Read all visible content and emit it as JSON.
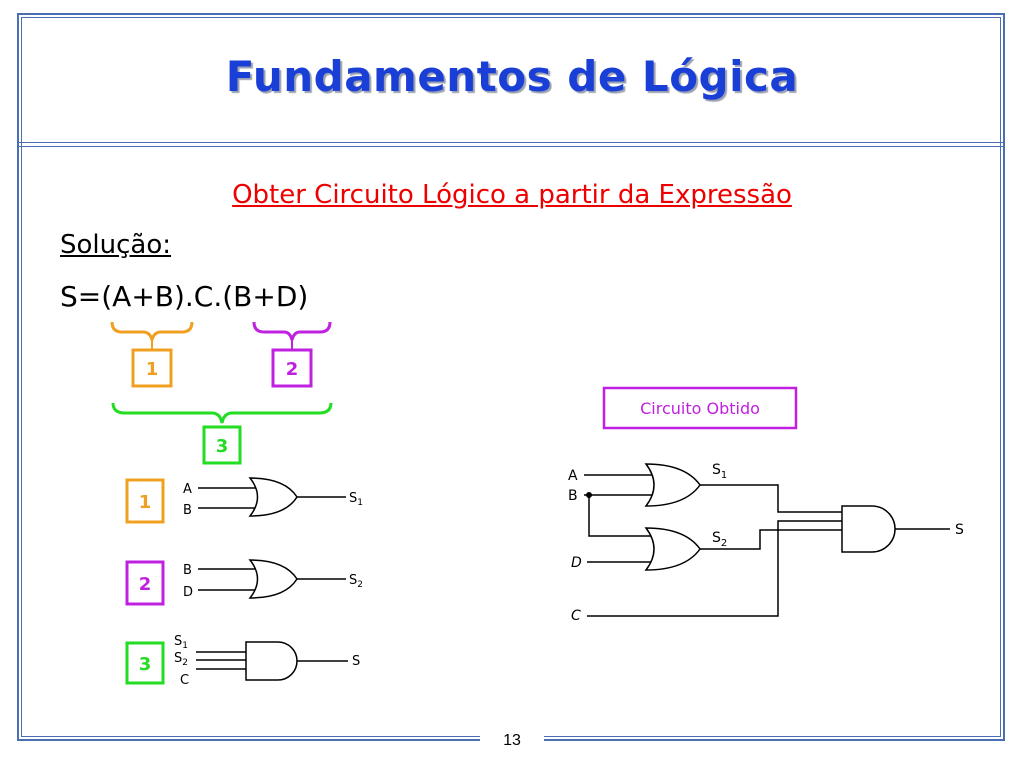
{
  "slide": {
    "title": "Fundamentos de Lógica",
    "subtitle": "Obter Circuito Lógico a partir da Expressão",
    "solution_label": "Solução:",
    "expression": "S=(A+B).C.(B+D)",
    "page_number": "13"
  },
  "brace_labels": [
    "1",
    "2",
    "3"
  ],
  "gate_steps": [
    {
      "box": "1",
      "color": "#f0a020",
      "inputs": [
        "A",
        "B"
      ],
      "output": "S",
      "output_sub": "1"
    },
    {
      "box": "2",
      "color": "#c020e0",
      "inputs": [
        "B",
        "D"
      ],
      "output": "S",
      "output_sub": "2"
    },
    {
      "box": "3",
      "color": "#22dd22",
      "inputs": [
        "S1",
        "S2",
        "C"
      ],
      "output": "S"
    }
  ],
  "circuit": {
    "label": "Circuito Obtido",
    "inputs": [
      "A",
      "B",
      "D",
      "C"
    ],
    "intermediate": [
      "S1",
      "S2"
    ],
    "output": "S"
  },
  "colors": {
    "title": "#1a3fd6",
    "subtitle": "#ee0000",
    "orange": "#f0a020",
    "purple": "#c020e0",
    "green": "#22dd22",
    "frame": "#4a6fb5"
  }
}
